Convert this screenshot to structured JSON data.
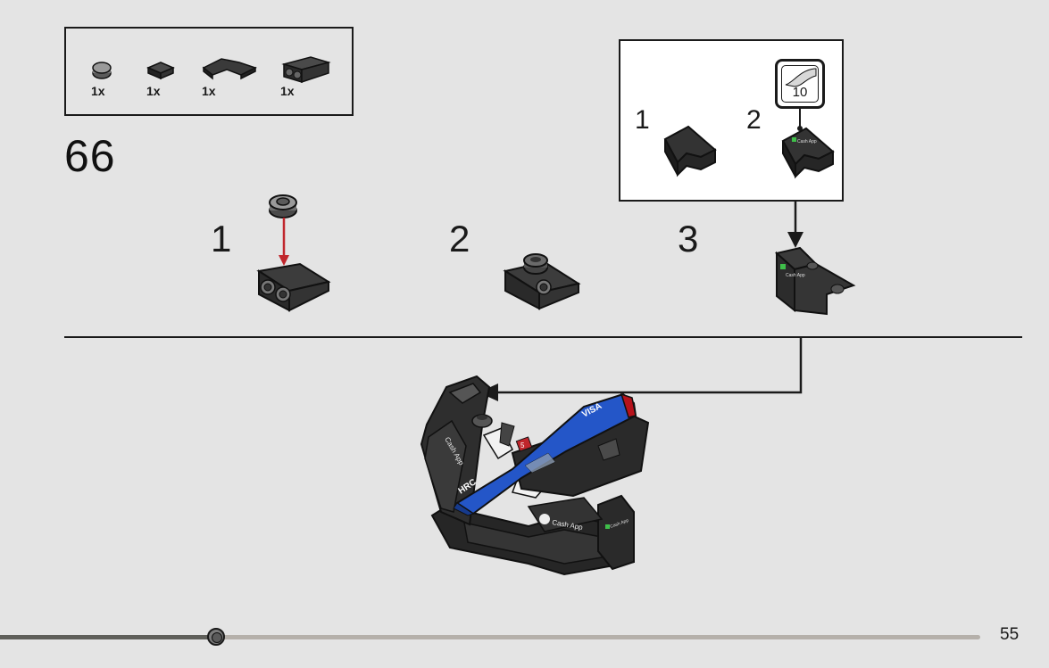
{
  "parts_list": {
    "quantities": [
      "1x",
      "1x",
      "1x",
      "1x"
    ]
  },
  "step": {
    "number": "66",
    "substeps": [
      "1",
      "2",
      "3"
    ]
  },
  "callout": {
    "substeps": [
      "1",
      "2"
    ],
    "sticker_number": "10"
  },
  "stickers": {
    "cash_app_text": "Cash App",
    "visa_text": "VISA",
    "hrc_text": "HRC",
    "num_5": "5"
  },
  "page": {
    "number": "55",
    "progress_fraction": 0.22
  },
  "colors": {
    "background": "#e4e4e4",
    "brick_dark": "#2b2b2b",
    "brick_blue": "#2456c8",
    "arrow_red": "#c0262c",
    "line": "#1a1a1a"
  }
}
